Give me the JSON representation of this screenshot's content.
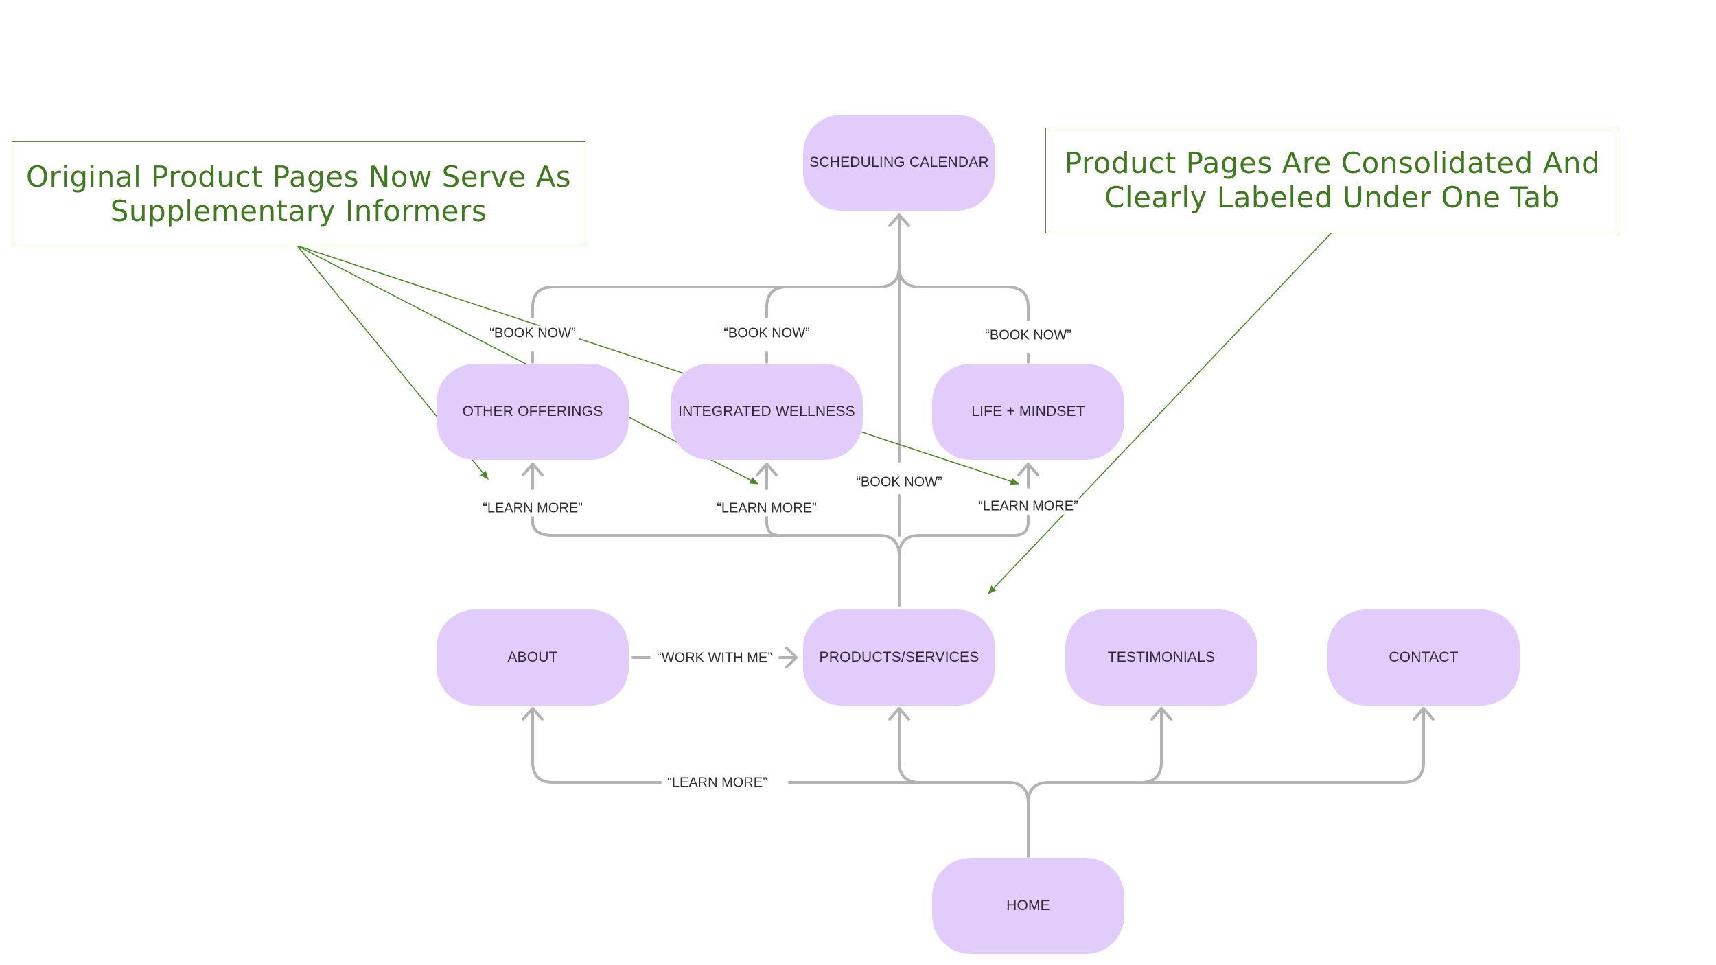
{
  "diagram": {
    "type": "site-map flowchart",
    "colors": {
      "node_fill": "#e2ccfc",
      "node_text": "#2f2a33",
      "connector": "#b3b3b3",
      "annotation": "#3f7a1f"
    },
    "nodes": {
      "scheduling_calendar": "SCHEDULING CALENDAR",
      "other_offerings": "OTHER OFFERINGS",
      "integrated_wellness": "INTEGRATED WELLNESS",
      "life_mindset": "LIFE + MINDSET",
      "about": "ABOUT",
      "products_services": "PRODUCTS/SERVICES",
      "testimonials": "TESTIMONIALS",
      "contact": "CONTACT",
      "home": "HOME"
    },
    "edge_labels": {
      "book_now_other": "“BOOK NOW”",
      "book_now_integrated": "“BOOK NOW”",
      "book_now_life": "“BOOK NOW”",
      "book_now_products": "“BOOK NOW”",
      "learn_more_other": "“LEARN MORE”",
      "learn_more_integrated": "“LEARN MORE”",
      "learn_more_life": "“LEARN MORE”",
      "work_with_me": "“WORK WITH ME”",
      "learn_more_home": "“LEARN MORE”"
    },
    "edges": [
      {
        "from": "home",
        "to": "about",
        "label": "“LEARN MORE”"
      },
      {
        "from": "home",
        "to": "products_services"
      },
      {
        "from": "home",
        "to": "testimonials"
      },
      {
        "from": "home",
        "to": "contact"
      },
      {
        "from": "about",
        "to": "products_services",
        "label": "“WORK WITH ME”"
      },
      {
        "from": "products_services",
        "to": "other_offerings",
        "label": "“LEARN MORE”"
      },
      {
        "from": "products_services",
        "to": "integrated_wellness",
        "label": "“LEARN MORE”"
      },
      {
        "from": "products_services",
        "to": "life_mindset",
        "label": "“LEARN MORE”"
      },
      {
        "from": "products_services",
        "to": "scheduling_calendar",
        "label": "“BOOK NOW”"
      },
      {
        "from": "other_offerings",
        "to": "scheduling_calendar",
        "label": "“BOOK NOW”"
      },
      {
        "from": "integrated_wellness",
        "to": "scheduling_calendar",
        "label": "“BOOK NOW”"
      },
      {
        "from": "life_mindset",
        "to": "scheduling_calendar",
        "label": "“BOOK NOW”"
      }
    ],
    "annotations": {
      "left": {
        "line1": "Original Product Pages Now Serve As",
        "line2": "Supplementary Informers"
      },
      "right": {
        "line1": "Product Pages Are Consolidated And",
        "line2": "Clearly Labeled Under One Tab"
      }
    }
  }
}
